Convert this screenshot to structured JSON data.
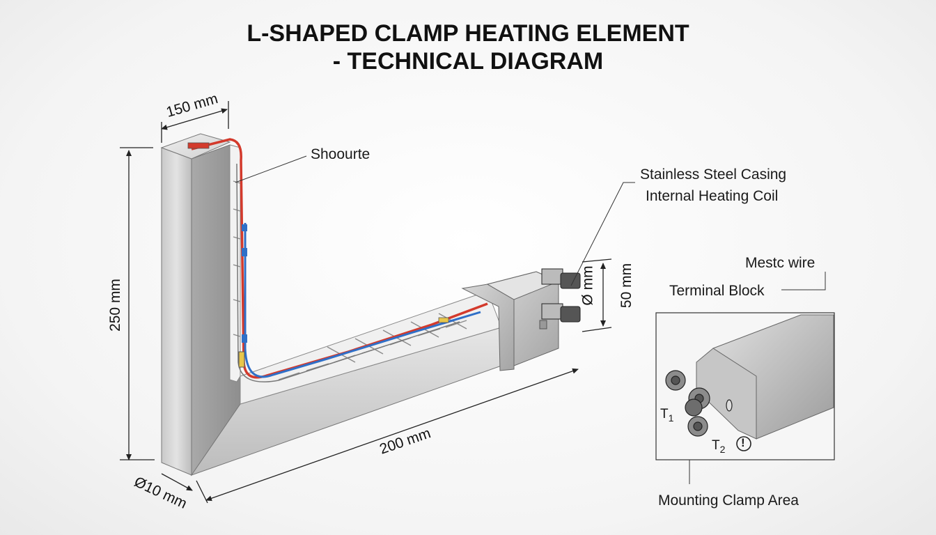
{
  "title": {
    "line1": "L-SHAPED CLAMP HEATING ELEMENT",
    "line2": "- TECHNICAL DIAGRAM"
  },
  "labels": {
    "shoourte": "Shoourte",
    "casing": "Stainless Steel Casing",
    "coil": "Internal Heating Coil",
    "mestc_wire": "Mestc wire",
    "terminal_block": "Terminal Block",
    "mounting_clamp": "Mounting Clamp Area",
    "t1": "T1",
    "t2": "T2",
    "warning": "!"
  },
  "dimensions": {
    "top_width": "150 mm",
    "height": "250 mm",
    "length": "200 mm",
    "diameter_base": "Ø10 mm",
    "terminal_diameter": "Ø mm",
    "terminal_height": "50 mm"
  },
  "colors": {
    "steel_light": "#d9d9d9",
    "steel_dark": "#9a9a9a",
    "wire_red": "#d33a2c",
    "wire_blue": "#2f6fc7",
    "wire_yellow": "#e8c64a",
    "line": "#222222"
  }
}
